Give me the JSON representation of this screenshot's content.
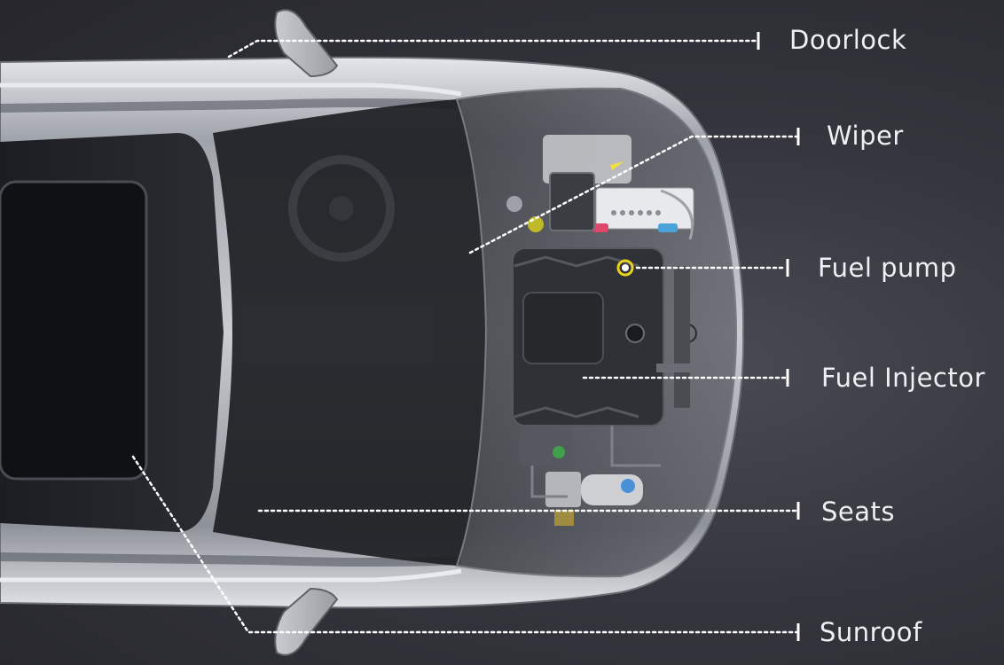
{
  "callouts": {
    "doorlock": "Doorlock",
    "wiper": "Wiper",
    "fuel_pump": "Fuel pump",
    "fuel_injector": "Fuel Injector",
    "seats": "Seats",
    "sunroof": "Sunroof"
  },
  "colors": {
    "background": "#2e2e35",
    "body_paint": "#b9bcc2",
    "glass": "#15161a",
    "leader_line": "#ffffff",
    "fuel_pump_accent": "#e8d21e",
    "fuel_injector_accent": "#3fa24a",
    "coolant_accent": "#4a90d9",
    "battery_red": "#e0456a",
    "battery_blue": "#4aa3d8",
    "warning_yellow": "#f0e040"
  },
  "icons": [
    "doorlock-icon",
    "wiper-icon",
    "fuel-pump-icon",
    "fuel-injector-icon",
    "seat-icon",
    "sunroof-icon"
  ]
}
